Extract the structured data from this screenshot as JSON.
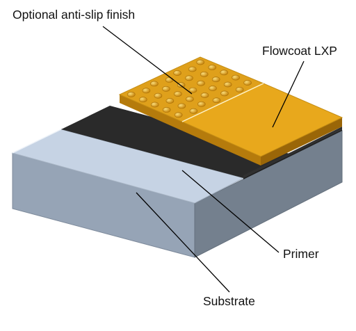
{
  "labels": {
    "anti_slip": "Optional anti-slip finish",
    "flowcoat": "Flowcoat LXP",
    "primer": "Primer",
    "substrate": "Substrate"
  },
  "colors": {
    "substrate_top": "#c6d3e4",
    "substrate_front": "#96a4b6",
    "substrate_side": "#74808e",
    "primer": "#2a2a2a",
    "flowcoat_top": "#e8a81c",
    "flowcoat_edge": "#b57b0c",
    "leader_line": "#000000"
  }
}
